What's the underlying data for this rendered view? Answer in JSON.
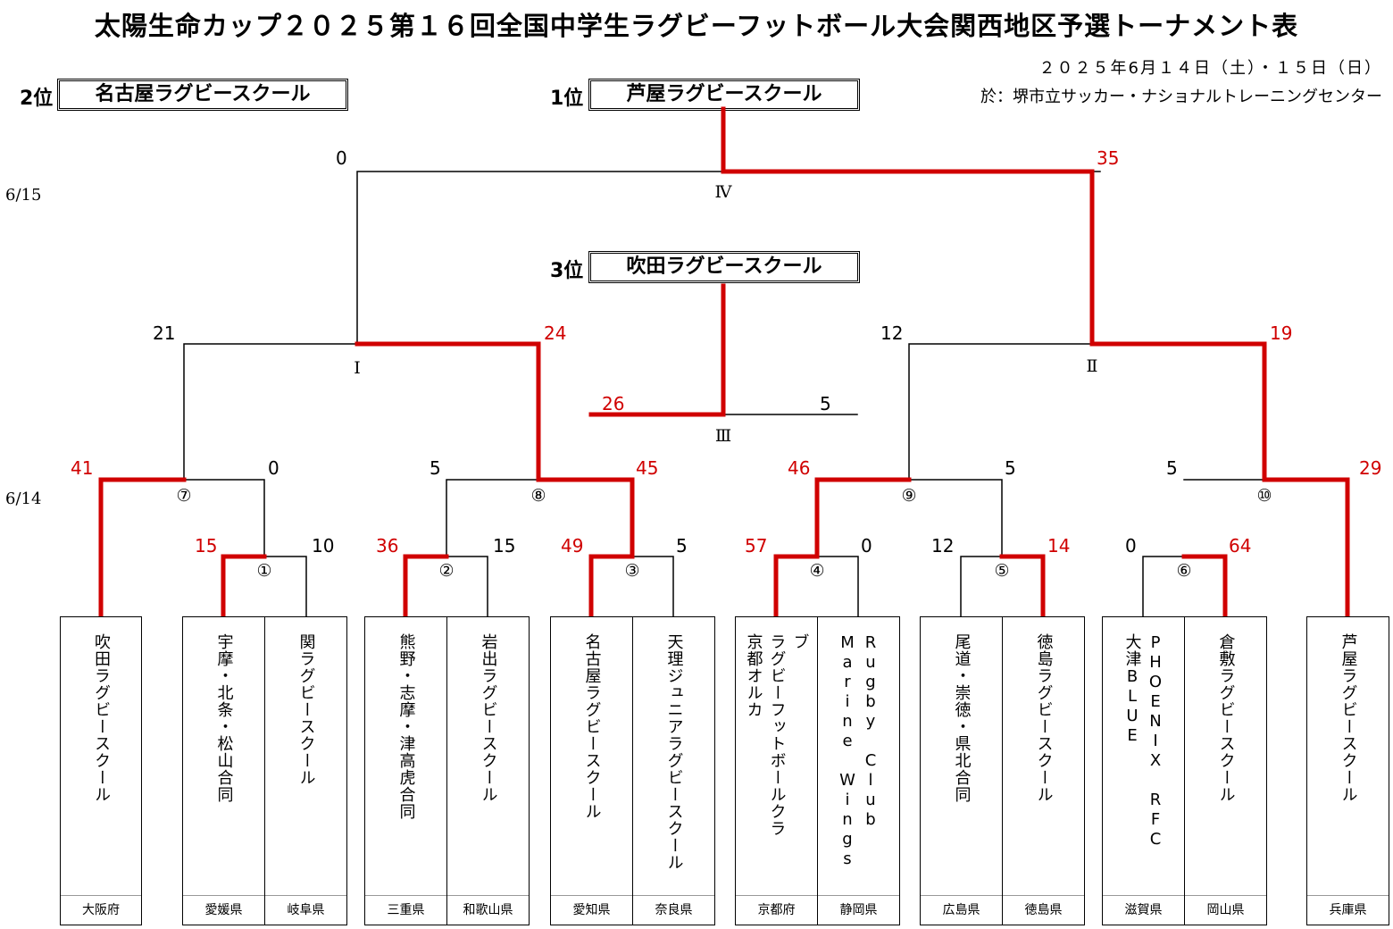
{
  "title": "太陽生命カップ２０２５第１６回全国中学生ラグビーフットボール大会関西地区予選トーナメント表",
  "date": "２０２５年6月１４日（土）・１５日（日）",
  "venue": "於：堺市立サッカー・ナショナルトレーニングセンター",
  "days": {
    "second": "6/15",
    "first": "6/14"
  },
  "ranking": {
    "first": {
      "label": "1位",
      "team": "芦屋ラグビースクール"
    },
    "second": {
      "label": "2位",
      "team": "名古屋ラグビースクール"
    },
    "third": {
      "label": "3位",
      "team": "吹田ラグビースクール"
    }
  },
  "match_labels": {
    "m1": "①",
    "m2": "②",
    "m3": "③",
    "m4": "④",
    "m5": "⑤",
    "m6": "⑥",
    "m7": "⑦",
    "m8": "⑧",
    "m9": "⑨",
    "m10": "⑩",
    "s1": "Ⅰ",
    "s2": "Ⅱ",
    "third": "Ⅲ",
    "final": "Ⅳ"
  },
  "scores": {
    "m1": {
      "left": "15",
      "right": "10"
    },
    "m2": {
      "left": "36",
      "right": "15"
    },
    "m3": {
      "left": "49",
      "right": "5"
    },
    "m4": {
      "left": "57",
      "right": "0"
    },
    "m5": {
      "left": "12",
      "right": "14"
    },
    "m6": {
      "left": "0",
      "right": "64"
    },
    "m7": {
      "left": "41",
      "right": "0"
    },
    "m8": {
      "left": "5",
      "right": "45"
    },
    "m9": {
      "left": "46",
      "right": "5"
    },
    "m10": {
      "left": "5",
      "right": "29"
    },
    "s1": {
      "left": "21",
      "right": "24"
    },
    "s2": {
      "left": "12",
      "right": "19"
    },
    "third": {
      "left": "26",
      "right": "5"
    },
    "final": {
      "left": "0",
      "right": "35"
    }
  },
  "teams": [
    {
      "lines": [
        "吹田ラグビースクール"
      ],
      "pref": "大阪府"
    },
    {
      "lines": [
        "宇摩・北条・松山合同"
      ],
      "pref": "愛媛県"
    },
    {
      "lines": [
        "関ラグビースクール"
      ],
      "pref": "岐阜県"
    },
    {
      "lines": [
        "熊野・志摩・津高虎合同"
      ],
      "pref": "三重県"
    },
    {
      "lines": [
        "岩出ラグビースクール"
      ],
      "pref": "和歌山県"
    },
    {
      "lines": [
        "名古屋ラグビースクール"
      ],
      "pref": "愛知県"
    },
    {
      "lines": [
        "天理ジュニアラグビースクール"
      ],
      "pref": "奈良県"
    },
    {
      "lines": [
        "京都オルカ",
        "ラグビーフットボールクラ",
        "ブ"
      ],
      "pref": "京都府"
    },
    {
      "lines": [
        "Marine Wings",
        "Rugby Club"
      ],
      "pref": "静岡県"
    },
    {
      "lines": [
        "尾道・崇徳・県北合同"
      ],
      "pref": "広島県"
    },
    {
      "lines": [
        "徳島ラグビースクール"
      ],
      "pref": "徳島県"
    },
    {
      "lines": [
        "大津BLUE",
        "PHOENIX RFC"
      ],
      "pref": "滋賀県"
    },
    {
      "lines": [
        "倉敷ラグビースクール"
      ],
      "pref": "岡山県"
    },
    {
      "lines": [
        "芦屋ラグビースクール"
      ],
      "pref": "兵庫県"
    }
  ],
  "colors": {
    "winner_line": "#d00000",
    "loser_line": "#000000",
    "win_score": "#d00000"
  }
}
